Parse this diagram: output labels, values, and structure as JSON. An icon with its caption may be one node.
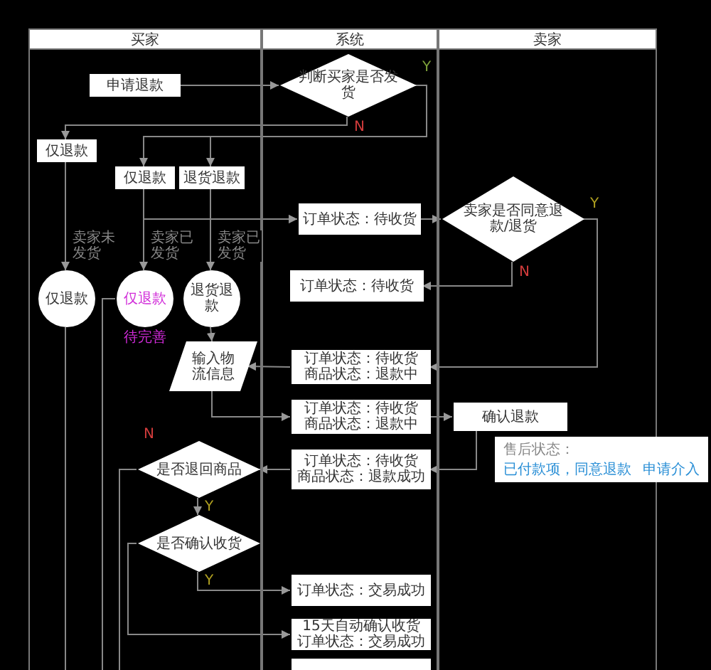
{
  "diagram": {
    "nodes": [
      {
        "text": [
          "买家"
        ]
      },
      {
        "text": [
          "系统"
        ]
      },
      {
        "text": [
          "卖家"
        ]
      },
      {
        "text": [
          "申请退款"
        ],
        "in": 0
      },
      {
        "text": [
          "判断买家是否发货"
        ],
        "in": 1
      },
      {
        "text": [
          "仅退款"
        ],
        "in": 0
      },
      {
        "text": [
          "仅退款"
        ],
        "in": 0
      },
      {
        "text": [
          "退货退款"
        ],
        "in": 0
      },
      {
        "text": [
          "订单状态：待收货"
        ],
        "in": 1
      },
      {
        "text": [
          "卖家是否同意退款/退货"
        ],
        "in": 2
      },
      {
        "text": [
          "订单状态：待收货"
        ],
        "in": 1
      },
      {
        "text": [
          "仅退款"
        ],
        "in": 0
      },
      {
        "text": [
          "仅退款"
        ],
        "in": 0,
        "beside": [
          "待完善"
        ]
      },
      {
        "text": [
          "退货退款"
        ],
        "in": 0
      },
      {
        "text": [
          "输入物流信息"
        ],
        "in": 0
      },
      {
        "text": [
          "订单状态：待收货",
          "商品状态：退款中"
        ],
        "in": 1
      },
      {
        "text": [
          "订单状态：待收货",
          "商品状态：退款中"
        ],
        "in": 1
      },
      {
        "text": [
          "确认退款"
        ],
        "in": 2
      },
      {
        "text": [
          "售后状态：",
          "已付款项，同意退款",
          "申请介入"
        ]
      },
      {
        "text": [
          "订单状态：待收货",
          "商品状态：退款成功"
        ],
        "in": 1
      },
      {
        "text": [
          "是否退回商品"
        ],
        "in": 0
      },
      {
        "text": [
          "是否确认收货"
        ],
        "in": 0
      },
      {
        "text": [
          "订单状态：交易成功"
        ],
        "in": 1
      },
      {
        "text": [
          "15天自动确认收货",
          "订单状态：交易成功"
        ],
        "in": 1
      },
      {
        "text": [],
        "shape": "box",
        "in": 1
      }
    ],
    "edges": [
      {
        "from": 3,
        "to": 4,
        "arrow": "to"
      },
      {
        "from": 4,
        "to": 5,
        "arrow": "to",
        "label": "N"
      },
      {
        "from": 4,
        "to": 6,
        "arrow": "to",
        "label": "Y"
      },
      {
        "from": 4,
        "to": 7,
        "arrow": "to"
      },
      {
        "from": 6,
        "to": 8,
        "arrow": "to"
      },
      {
        "from": 7,
        "to": 8,
        "arrow": "to"
      },
      {
        "from": 8,
        "to": 9,
        "arrow": "to"
      },
      {
        "from": 9,
        "to": 15,
        "arrow": "to",
        "label": "Y"
      },
      {
        "from": 9,
        "to": 10,
        "arrow": "to",
        "label": "N"
      },
      {
        "from": 5,
        "to": 11,
        "arrow": "to",
        "label": "卖家未发货"
      },
      {
        "from": 6,
        "to": 12,
        "arrow": "to",
        "label": "卖家已发货"
      },
      {
        "from": 7,
        "to": 13,
        "arrow": "to",
        "label": "卖家已发货"
      },
      {
        "from": 13,
        "to": 14,
        "arrow": "to"
      },
      {
        "from": 15,
        "to": 14,
        "arrow": "to"
      },
      {
        "from": 14,
        "to": 16,
        "arrow": "to"
      },
      {
        "from": 16,
        "to": 17,
        "arrow": "to"
      },
      {
        "from": 17,
        "to": 19,
        "arrow": "to"
      },
      {
        "from": 19,
        "to": 20,
        "arrow": "to"
      },
      {
        "from": 20,
        "to": 21,
        "arrow": "to",
        "label": "Y"
      },
      {
        "from": 20,
        "to": null,
        "arrow": "none",
        "label": "N"
      },
      {
        "from": 21,
        "to": 22,
        "arrow": "to",
        "label": "Y"
      },
      {
        "from": 21,
        "to": 23,
        "arrow": "to"
      },
      {
        "from": 11,
        "to": null,
        "arrow": "none"
      },
      {
        "from": 12,
        "to": null,
        "arrow": "none"
      }
    ]
  }
}
